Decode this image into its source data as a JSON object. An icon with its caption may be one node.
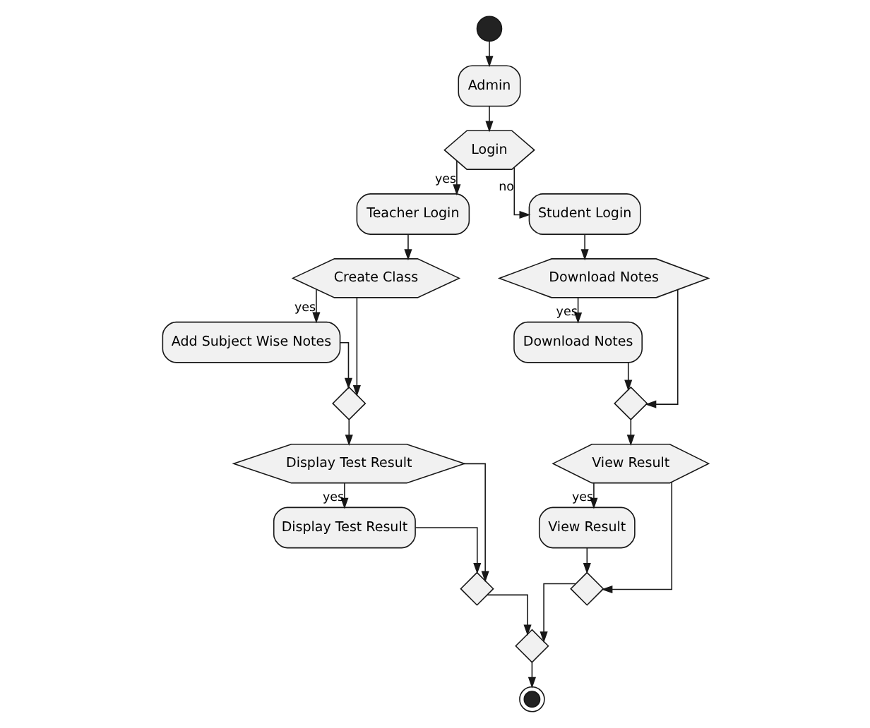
{
  "diagram": {
    "nodes": [
      {
        "text": [],
        "shape": "circle"
      },
      {
        "text": [
          "Admin"
        ]
      },
      {
        "text": [
          "Login"
        ]
      },
      {
        "text": [
          "Teacher Login"
        ]
      },
      {
        "text": [
          "Create Class"
        ]
      },
      {
        "text": [
          "Add Subject Wise Notes"
        ]
      },
      {
        "text": [],
        "shape": "diamond"
      },
      {
        "text": [
          "Display Test Result"
        ]
      },
      {
        "text": [
          "Display Test Result"
        ]
      },
      {
        "text": [],
        "shape": "diamond"
      },
      {
        "text": [
          "Student Login"
        ]
      },
      {
        "text": [
          "Download Notes"
        ]
      },
      {
        "text": [
          "Download Notes"
        ]
      },
      {
        "text": [],
        "shape": "diamond"
      },
      {
        "text": [
          "View Result"
        ]
      },
      {
        "text": [
          "View Result"
        ]
      },
      {
        "text": [],
        "shape": "diamond"
      },
      {
        "text": [],
        "shape": "diamond"
      },
      {
        "text": [],
        "shape": "circle"
      }
    ],
    "edges": [
      {
        "from": 0,
        "to": 1,
        "arrow": "to"
      },
      {
        "from": 1,
        "to": 2,
        "arrow": "to"
      },
      {
        "from": 2,
        "to": 3,
        "arrow": "to",
        "label": "yes"
      },
      {
        "from": 2,
        "to": 10,
        "arrow": "to",
        "label": "no"
      },
      {
        "from": 3,
        "to": 4,
        "arrow": "to"
      },
      {
        "from": 4,
        "to": 5,
        "arrow": "to",
        "label": "yes"
      },
      {
        "from": 4,
        "to": 6,
        "arrow": "to"
      },
      {
        "from": 5,
        "to": 6,
        "arrow": "to"
      },
      {
        "from": 6,
        "to": 7,
        "arrow": "to"
      },
      {
        "from": 7,
        "to": 8,
        "arrow": "to",
        "label": "yes"
      },
      {
        "from": 7,
        "to": 9,
        "arrow": "to"
      },
      {
        "from": 8,
        "to": 9,
        "arrow": "to"
      },
      {
        "from": 9,
        "to": 17,
        "arrow": "to"
      },
      {
        "from": 10,
        "to": 11,
        "arrow": "to"
      },
      {
        "from": 11,
        "to": 12,
        "arrow": "to",
        "label": "yes"
      },
      {
        "from": 11,
        "to": 13,
        "arrow": "to"
      },
      {
        "from": 12,
        "to": 13,
        "arrow": "to"
      },
      {
        "from": 13,
        "to": 14,
        "arrow": "to"
      },
      {
        "from": 14,
        "to": 15,
        "arrow": "to",
        "label": "yes"
      },
      {
        "from": 14,
        "to": 16,
        "arrow": "to"
      },
      {
        "from": 15,
        "to": 16,
        "arrow": "to"
      },
      {
        "from": 16,
        "to": 17,
        "arrow": "to"
      },
      {
        "from": 17,
        "to": 18,
        "arrow": "to"
      }
    ]
  }
}
